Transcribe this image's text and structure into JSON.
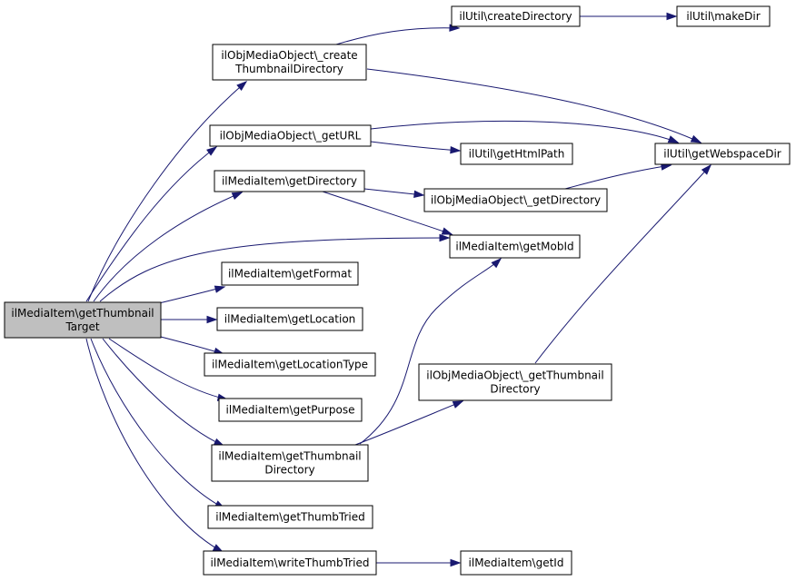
{
  "diagram": {
    "root": {
      "lines": [
        "ilMediaItem\\getThumbnail",
        "Target"
      ]
    },
    "nodes": {
      "create_thumb_dir": {
        "lines": [
          "ilObjMediaObject\\_create",
          "ThumbnailDirectory"
        ]
      },
      "create_directory": {
        "lines": [
          "ilUtil\\createDirectory"
        ]
      },
      "make_dir": {
        "lines": [
          "ilUtil\\makeDir"
        ]
      },
      "get_url": {
        "lines": [
          "ilObjMediaObject\\_getURL"
        ]
      },
      "get_html_path": {
        "lines": [
          "ilUtil\\getHtmlPath"
        ]
      },
      "get_webspace_dir": {
        "lines": [
          "ilUtil\\getWebspaceDir"
        ]
      },
      "get_directory": {
        "lines": [
          "ilMediaItem\\getDirectory"
        ]
      },
      "mob_get_directory": {
        "lines": [
          "ilObjMediaObject\\_getDirectory"
        ]
      },
      "get_mob_id": {
        "lines": [
          "ilMediaItem\\getMobId"
        ]
      },
      "get_format": {
        "lines": [
          "ilMediaItem\\getFormat"
        ]
      },
      "get_location": {
        "lines": [
          "ilMediaItem\\getLocation"
        ]
      },
      "get_location_type": {
        "lines": [
          "ilMediaItem\\getLocationType"
        ]
      },
      "mob_get_thumb_dir": {
        "lines": [
          "ilObjMediaObject\\_getThumbnail",
          "Directory"
        ]
      },
      "get_purpose": {
        "lines": [
          "ilMediaItem\\getPurpose"
        ]
      },
      "get_thumbnail_dir": {
        "lines": [
          "ilMediaItem\\getThumbnail",
          "Directory"
        ]
      },
      "get_thumb_tried": {
        "lines": [
          "ilMediaItem\\getThumbTried"
        ]
      },
      "write_thumb_tried": {
        "lines": [
          "ilMediaItem\\writeThumbTried"
        ]
      },
      "get_id": {
        "lines": [
          "ilMediaItem\\getId"
        ]
      }
    },
    "edges": [
      {
        "from": "root",
        "to": "create_thumb_dir"
      },
      {
        "from": "root",
        "to": "get_url"
      },
      {
        "from": "root",
        "to": "get_directory"
      },
      {
        "from": "root",
        "to": "get_mob_id"
      },
      {
        "from": "root",
        "to": "get_format"
      },
      {
        "from": "root",
        "to": "get_location"
      },
      {
        "from": "root",
        "to": "get_location_type"
      },
      {
        "from": "root",
        "to": "get_purpose"
      },
      {
        "from": "root",
        "to": "get_thumbnail_dir"
      },
      {
        "from": "root",
        "to": "get_thumb_tried"
      },
      {
        "from": "root",
        "to": "write_thumb_tried"
      },
      {
        "from": "create_thumb_dir",
        "to": "create_directory"
      },
      {
        "from": "create_thumb_dir",
        "to": "get_webspace_dir"
      },
      {
        "from": "create_directory",
        "to": "make_dir"
      },
      {
        "from": "get_url",
        "to": "get_html_path"
      },
      {
        "from": "get_url",
        "to": "get_webspace_dir"
      },
      {
        "from": "get_directory",
        "to": "mob_get_directory"
      },
      {
        "from": "get_directory",
        "to": "get_mob_id"
      },
      {
        "from": "mob_get_directory",
        "to": "get_webspace_dir"
      },
      {
        "from": "get_thumbnail_dir",
        "to": "get_mob_id"
      },
      {
        "from": "get_thumbnail_dir",
        "to": "mob_get_thumb_dir"
      },
      {
        "from": "mob_get_thumb_dir",
        "to": "get_webspace_dir"
      },
      {
        "from": "write_thumb_tried",
        "to": "get_id"
      }
    ],
    "colors": {
      "edge": "#191970",
      "root_fill": "#bfbfbf",
      "node_fill": "#ffffff",
      "node_border": "#000000"
    }
  }
}
